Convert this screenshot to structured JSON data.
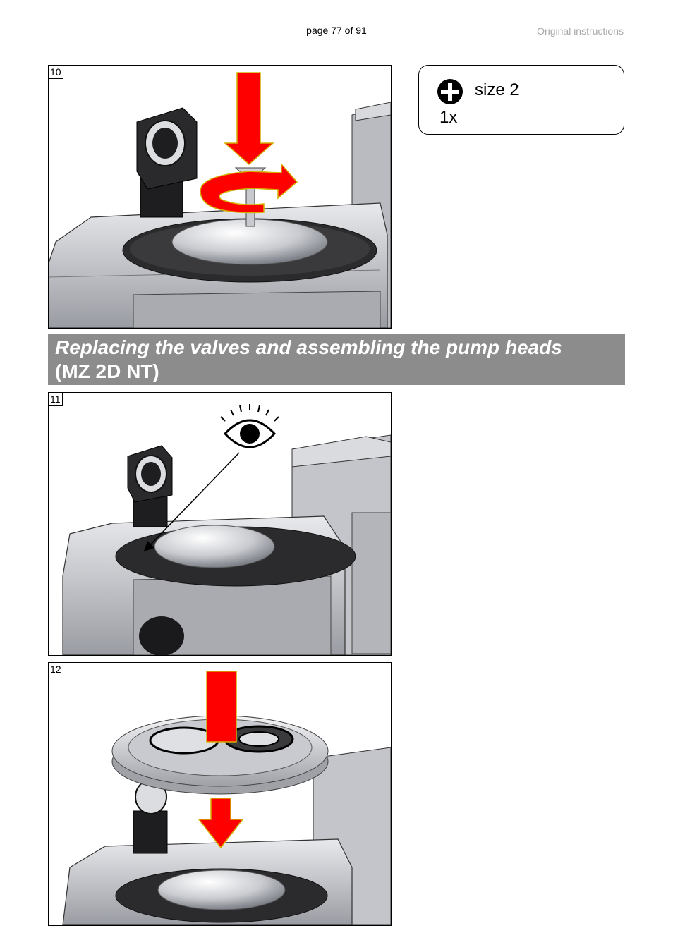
{
  "header": {
    "page_number": "page 77 of 91",
    "document_label": "Original instructions"
  },
  "tool": {
    "icon": "phillips-screwdriver-icon",
    "size_label": "size 2",
    "quantity": "1x"
  },
  "section": {
    "title_line1": "Replacing the valves and assembling the pump heads",
    "title_line2": "(MZ 2D NT)"
  },
  "figures": [
    {
      "number": "10"
    },
    {
      "number": "11"
    },
    {
      "number": "12"
    }
  ],
  "colors": {
    "arrow_red": "#ff0000",
    "arrow_outline": "#d4b000",
    "section_bg": "#8c8c8c",
    "pump_blue": "#1f3c78"
  }
}
